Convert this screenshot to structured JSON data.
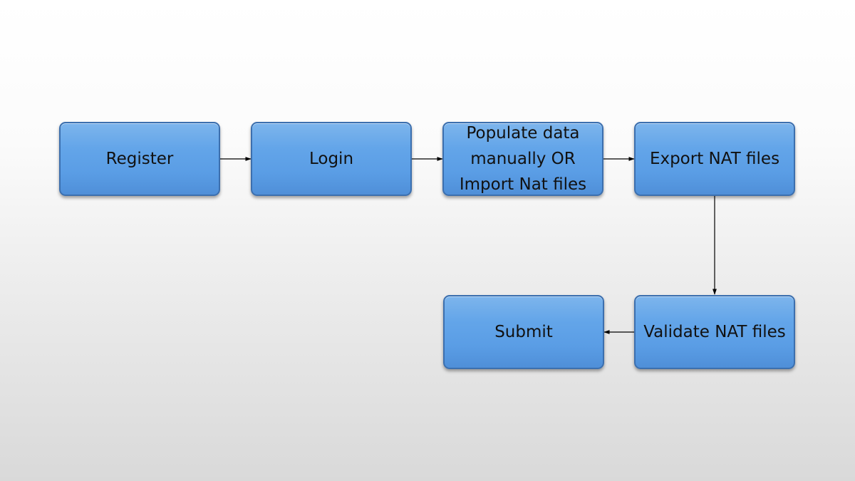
{
  "colors": {
    "box_fill": "#5b9ee6",
    "box_border": "#3c6fae",
    "text": "#111111",
    "connector": "#000000"
  },
  "flow": {
    "nodes": {
      "register": "Register",
      "login": "Login",
      "populate": "Populate data manually OR Import Nat files",
      "export": "Export NAT files",
      "validate": "Validate NAT files",
      "submit": "Submit"
    },
    "edges": [
      [
        "register",
        "login"
      ],
      [
        "login",
        "populate"
      ],
      [
        "populate",
        "export"
      ],
      [
        "export",
        "validate"
      ],
      [
        "validate",
        "submit"
      ]
    ]
  }
}
